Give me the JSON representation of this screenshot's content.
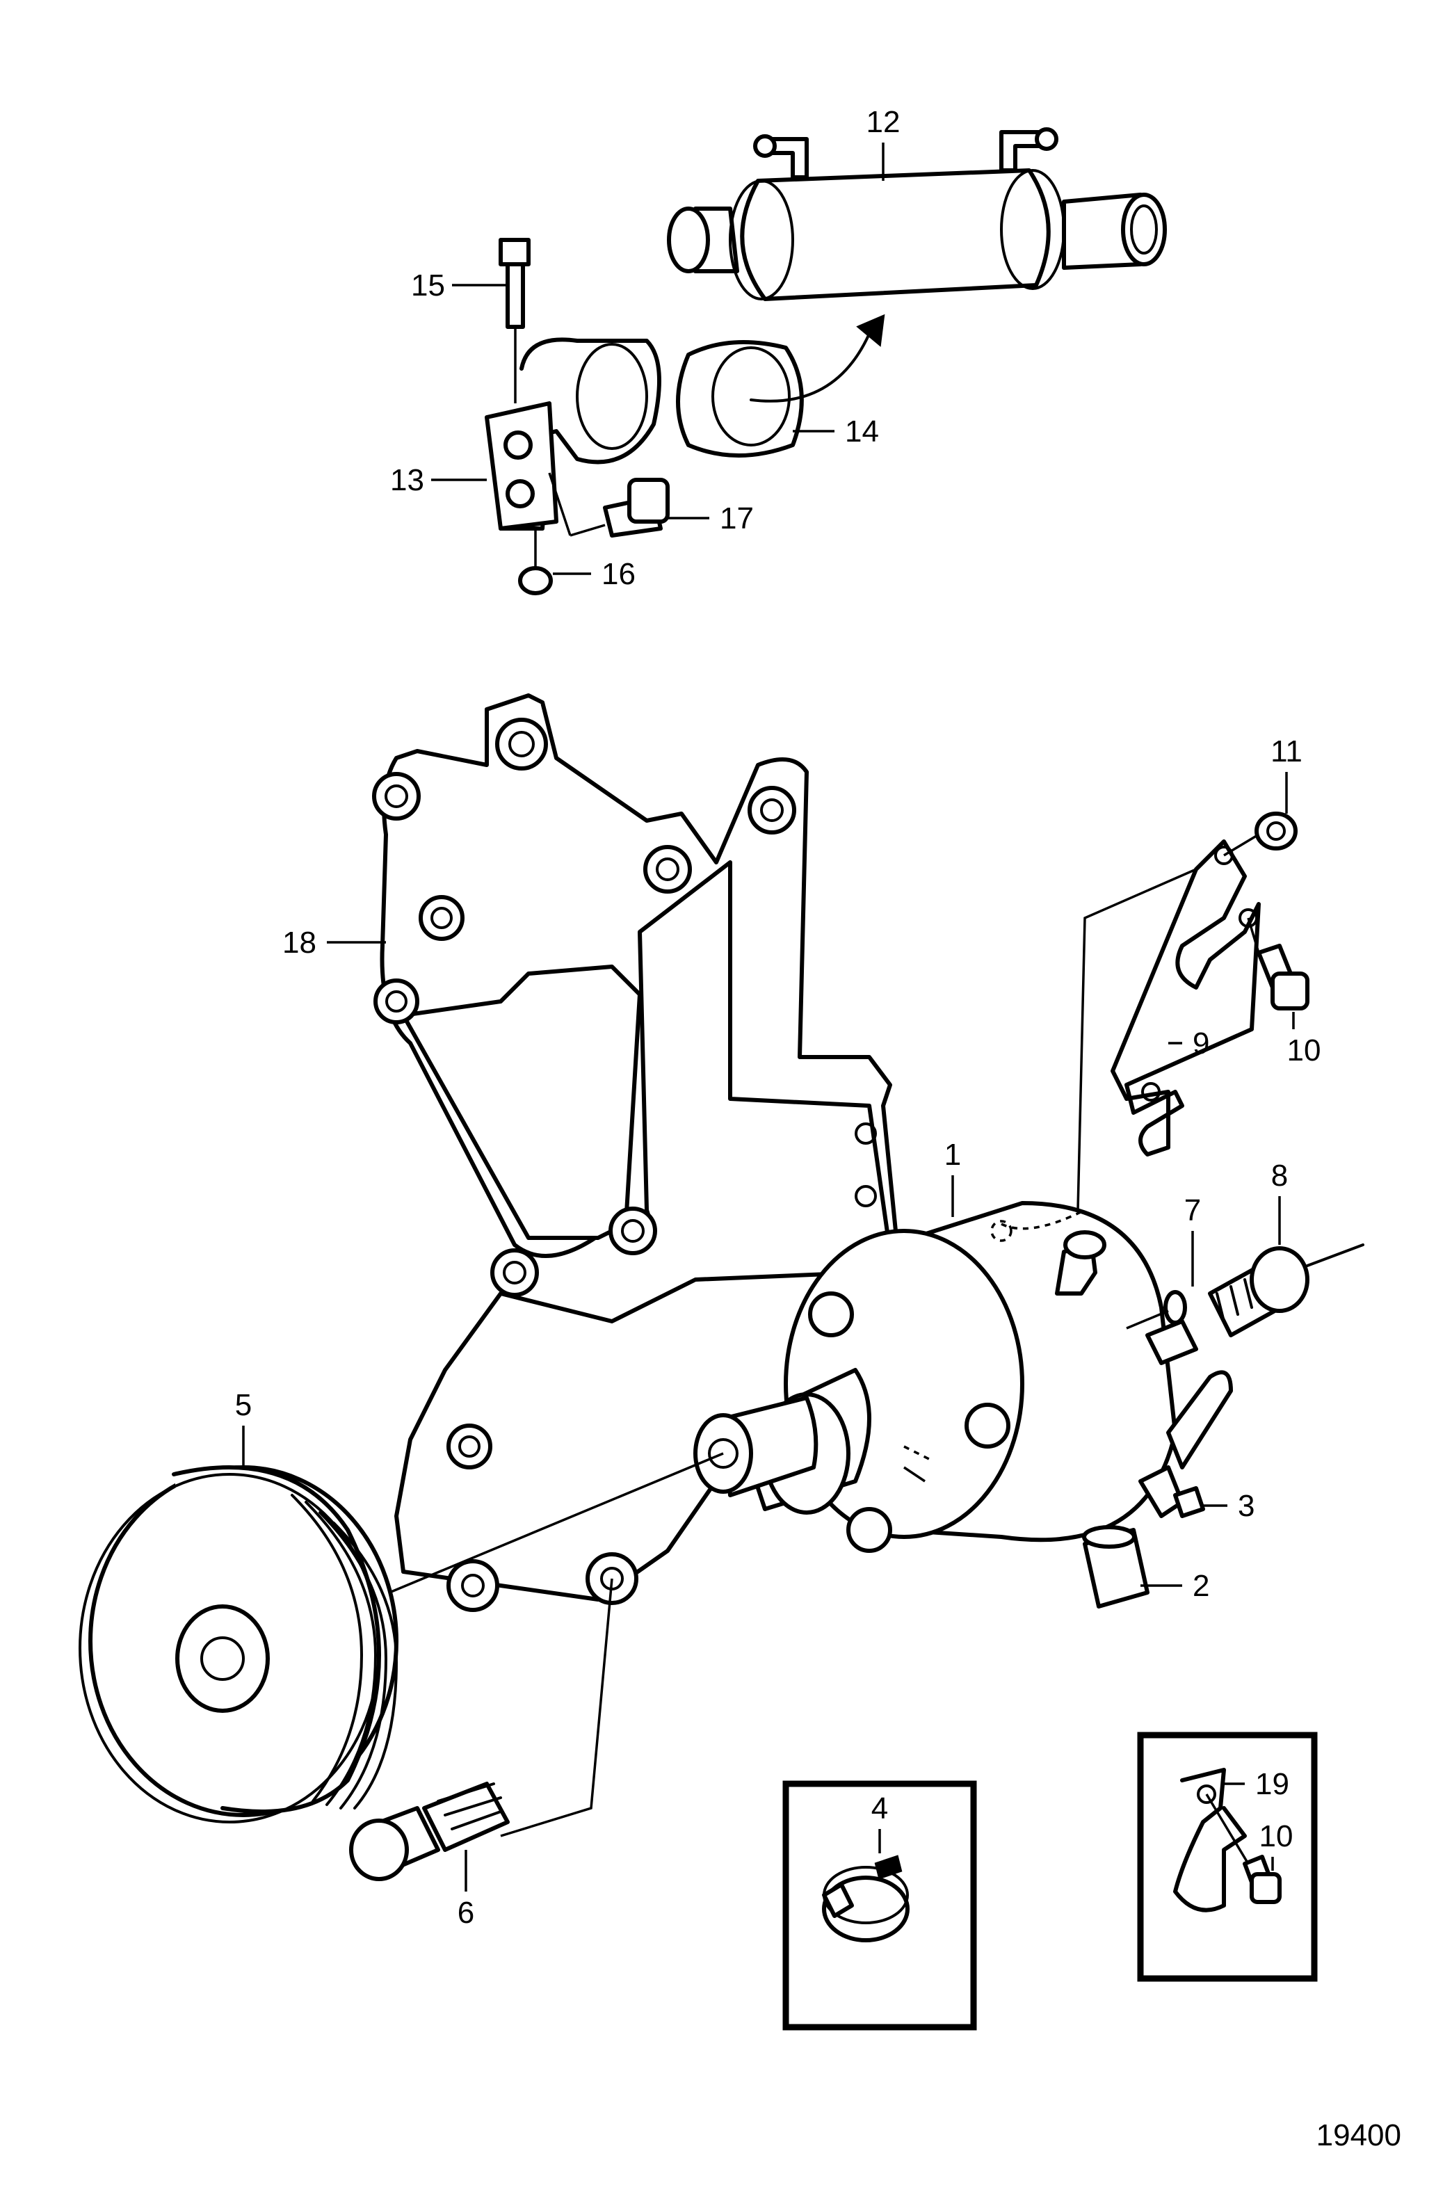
{
  "callouts": [
    {
      "id": "12",
      "label": "12"
    },
    {
      "id": "15",
      "label": "15"
    },
    {
      "id": "14",
      "label": "14"
    },
    {
      "id": "13",
      "label": "13"
    },
    {
      "id": "17",
      "label": "17"
    },
    {
      "id": "16",
      "label": "16"
    },
    {
      "id": "11",
      "label": "11"
    },
    {
      "id": "18",
      "label": "18"
    },
    {
      "id": "9",
      "label": "9"
    },
    {
      "id": "10a",
      "label": "10"
    },
    {
      "id": "1",
      "label": "1"
    },
    {
      "id": "8",
      "label": "8"
    },
    {
      "id": "7",
      "label": "7"
    },
    {
      "id": "5",
      "label": "5"
    },
    {
      "id": "3",
      "label": "3"
    },
    {
      "id": "2",
      "label": "2"
    },
    {
      "id": "4",
      "label": "4"
    },
    {
      "id": "19",
      "label": "19"
    },
    {
      "id": "10b",
      "label": "10"
    },
    {
      "id": "6",
      "label": "6"
    }
  ],
  "figure_id": "19400",
  "colors": {
    "line": "#000000",
    "background": "#ffffff"
  }
}
